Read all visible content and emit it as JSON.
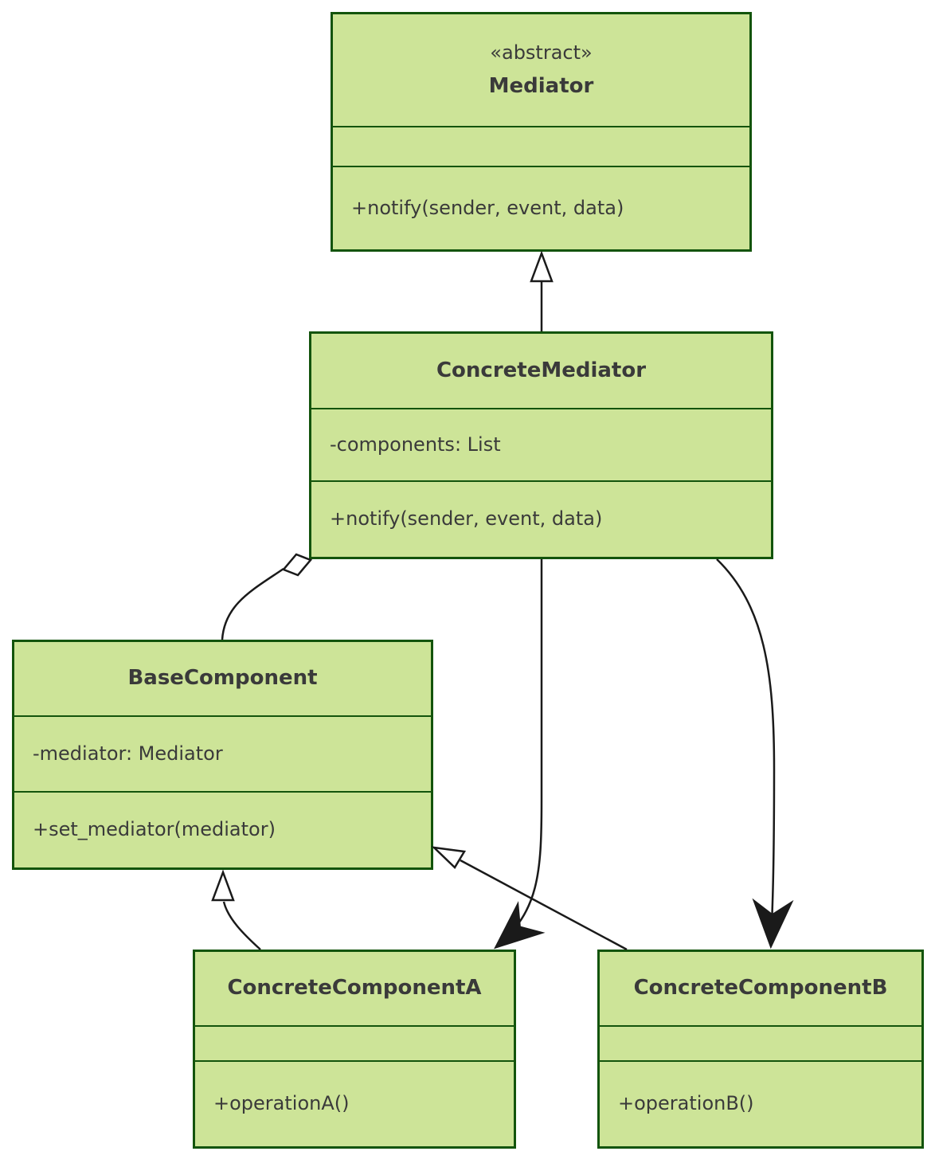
{
  "diagram": {
    "kind": "uml-class-diagram",
    "pattern": "Mediator"
  },
  "colors": {
    "class_fill": "#cde498",
    "class_border": "#13540c",
    "text": "#3a3a3a",
    "connector": "#1a1a1a",
    "background": "#ffffff"
  },
  "classes": {
    "mediator": {
      "stereotype": "«abstract»",
      "name": "Mediator",
      "attributes": [],
      "methods": [
        "+notify(sender, event, data)"
      ]
    },
    "concrete_mediator": {
      "name": "ConcreteMediator",
      "attributes": [
        "-components: List"
      ],
      "methods": [
        "+notify(sender, event, data)"
      ]
    },
    "base_component": {
      "name": "BaseComponent",
      "attributes": [
        "-mediator: Mediator"
      ],
      "methods": [
        "+set_mediator(mediator)"
      ]
    },
    "concrete_component_a": {
      "name": "ConcreteComponentA",
      "attributes": [],
      "methods": [
        "+operationA()"
      ]
    },
    "concrete_component_b": {
      "name": "ConcreteComponentB",
      "attributes": [],
      "methods": [
        "+operationB()"
      ]
    }
  },
  "relationships": [
    {
      "from": "ConcreteMediator",
      "to": "Mediator",
      "type": "generalization",
      "marker": "hollow-triangle"
    },
    {
      "from": "BaseComponent",
      "to": "ConcreteMediator",
      "type": "aggregation",
      "marker": "hollow-diamond"
    },
    {
      "from": "ConcreteMediator",
      "to": "ConcreteComponentA",
      "type": "dependency",
      "marker": "filled-arrow"
    },
    {
      "from": "ConcreteMediator",
      "to": "ConcreteComponentB",
      "type": "dependency",
      "marker": "filled-arrow"
    },
    {
      "from": "ConcreteComponentA",
      "to": "BaseComponent",
      "type": "generalization",
      "marker": "hollow-triangle"
    },
    {
      "from": "ConcreteComponentB",
      "to": "BaseComponent",
      "type": "generalization",
      "marker": "hollow-triangle"
    }
  ]
}
